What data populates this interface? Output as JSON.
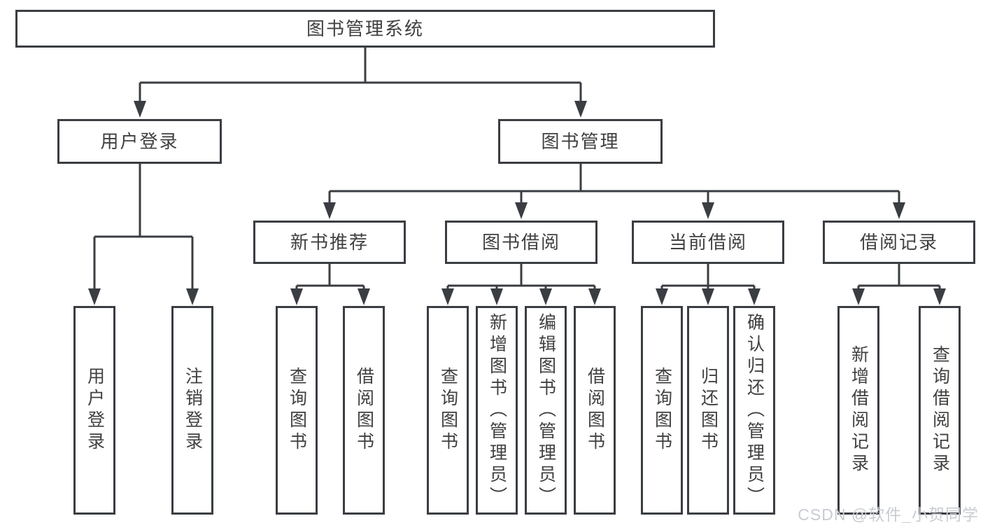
{
  "page": {
    "background": "#ffffff",
    "line_color": "#3a3d42",
    "text_color": "#404040"
  },
  "tree": {
    "label": "图书管理系统",
    "children": [
      {
        "label": "用户登录",
        "children": [
          {
            "label": "用户登录"
          },
          {
            "label": "注销登录"
          }
        ]
      },
      {
        "label": "图书管理",
        "children": [
          {
            "label": "新书推荐",
            "children": [
              {
                "label": "查询图书"
              },
              {
                "label": "借阅图书"
              }
            ]
          },
          {
            "label": "图书借阅",
            "children": [
              {
                "label": "查询图书"
              },
              {
                "label": "新增图书（管理员）"
              },
              {
                "label": "编辑图书（管理员）"
              },
              {
                "label": "借阅图书"
              }
            ]
          },
          {
            "label": "当前借阅",
            "children": [
              {
                "label": "查询图书"
              },
              {
                "label": "归还图书"
              },
              {
                "label": "确认归还（管理员）"
              }
            ]
          },
          {
            "label": "借阅记录",
            "children": [
              {
                "label": "新增借阅记录"
              },
              {
                "label": "查询借阅记录"
              }
            ]
          }
        ]
      }
    ]
  },
  "watermark": {
    "text": "CSDN @软件_小贺同学",
    "color": "#c8ccd2"
  }
}
